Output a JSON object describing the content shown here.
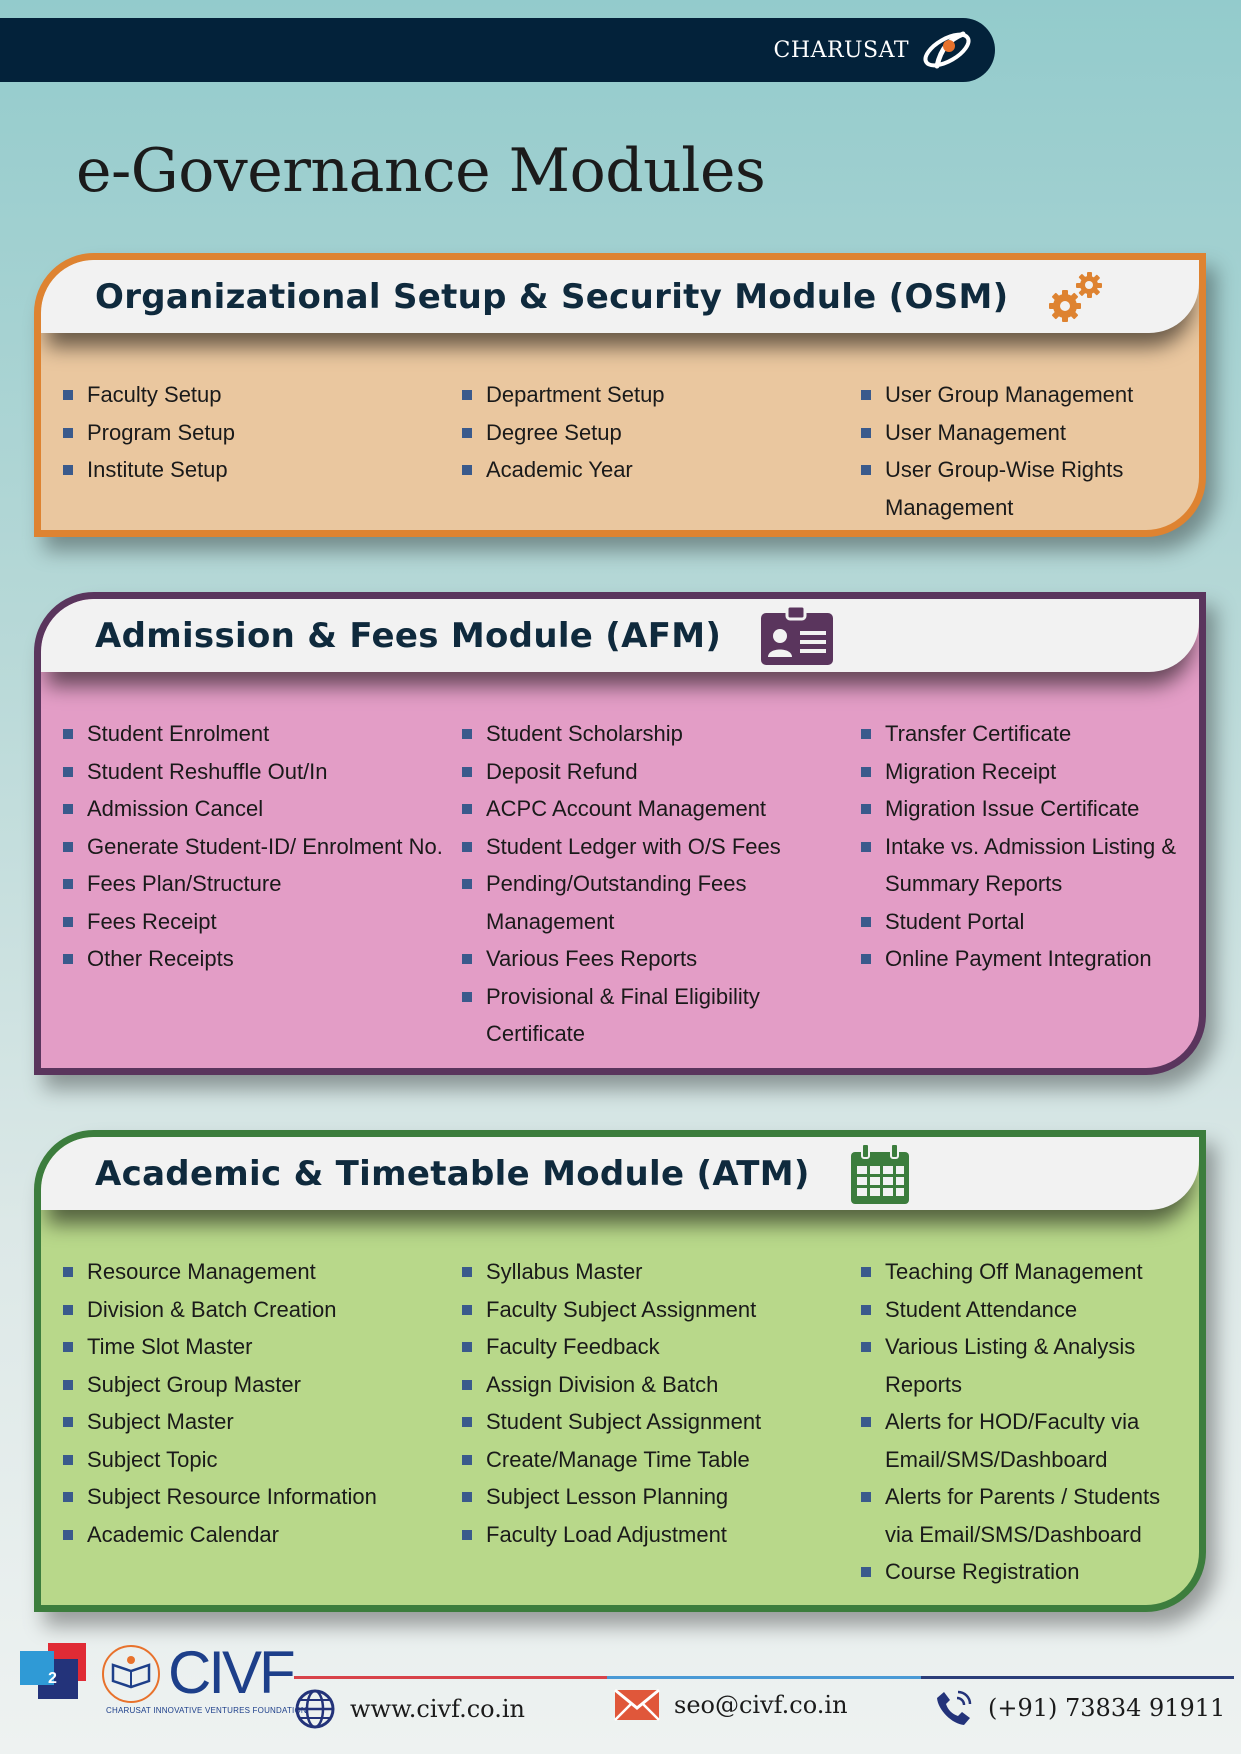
{
  "header": {
    "brand": "CHARUSAT"
  },
  "page_title": "e-Governance Modules",
  "page_number": "2",
  "modules": [
    {
      "title": "Organizational Setup & Security Module (OSM)",
      "icon": "gears-icon",
      "colors": {
        "border": "#de8331",
        "fill": "#eac79f",
        "icon": "#de8331"
      },
      "columns": [
        [
          "Faculty Setup",
          "Program Setup",
          "Institute Setup"
        ],
        [
          "Department Setup",
          "Degree Setup",
          "Academic Year"
        ],
        [
          "User Group Management",
          "User Management",
          "User Group-Wise Rights Management"
        ]
      ]
    },
    {
      "title": "Admission & Fees Module (AFM)",
      "icon": "id-badge-icon",
      "colors": {
        "border": "#5a355d",
        "fill": "#e39dc6",
        "icon": "#5a355d"
      },
      "columns": [
        [
          "Student Enrolment",
          "Student Reshuffle Out/In",
          "Admission Cancel",
          "Generate Student-ID/ Enrolment No.",
          "Fees Plan/Structure",
          "Fees Receipt",
          "Other Receipts"
        ],
        [
          "Student Scholarship",
          "Deposit Refund",
          "ACPC Account Management",
          "Student Ledger with O/S Fees",
          "Pending/Outstanding Fees Management",
          "Various Fees Reports",
          "Provisional & Final Eligibility Certificate"
        ],
        [
          "Transfer Certificate",
          "Migration Receipt",
          "Migration Issue Certificate",
          "Intake vs. Admission Listing & Summary Reports",
          "Student Portal",
          "Online Payment Integration"
        ]
      ]
    },
    {
      "title": "Academic & Timetable Module (ATM)",
      "icon": "calendar-icon",
      "colors": {
        "border": "#3c7d3d",
        "fill": "#b8d88a",
        "icon": "#3c7d3d"
      },
      "columns": [
        [
          "Resource Management",
          "Division & Batch Creation",
          "Time Slot Master",
          "Subject Group Master",
          "Subject Master",
          "Subject Topic",
          "Subject Resource Information",
          "Academic Calendar"
        ],
        [
          "Syllabus Master",
          "Faculty Subject Assignment",
          "Faculty Feedback",
          "Assign Division & Batch",
          "Student Subject Assignment",
          "Create/Manage Time Table",
          "Subject Lesson Planning",
          "Faculty Load Adjustment"
        ],
        [
          "Teaching Off Management",
          "Student Attendance",
          "Various Listing & Analysis Reports",
          "Alerts for HOD/Faculty via Email/SMS/Dashboard",
          "Alerts for Parents / Students via Email/SMS/Dashboard",
          "Course Registration"
        ]
      ]
    }
  ],
  "footer": {
    "logo_text": "CIVF",
    "logo_subtitle": "CHARUSAT INNOVATIVE VENTURES FOUNDATION",
    "website": "www.civf.co.in",
    "email": "seo@civf.co.in",
    "phone": "(+91)  73834 91911",
    "line_colors": [
      "#d8434a",
      "#4a9ad6",
      "#2b3e7a"
    ]
  }
}
